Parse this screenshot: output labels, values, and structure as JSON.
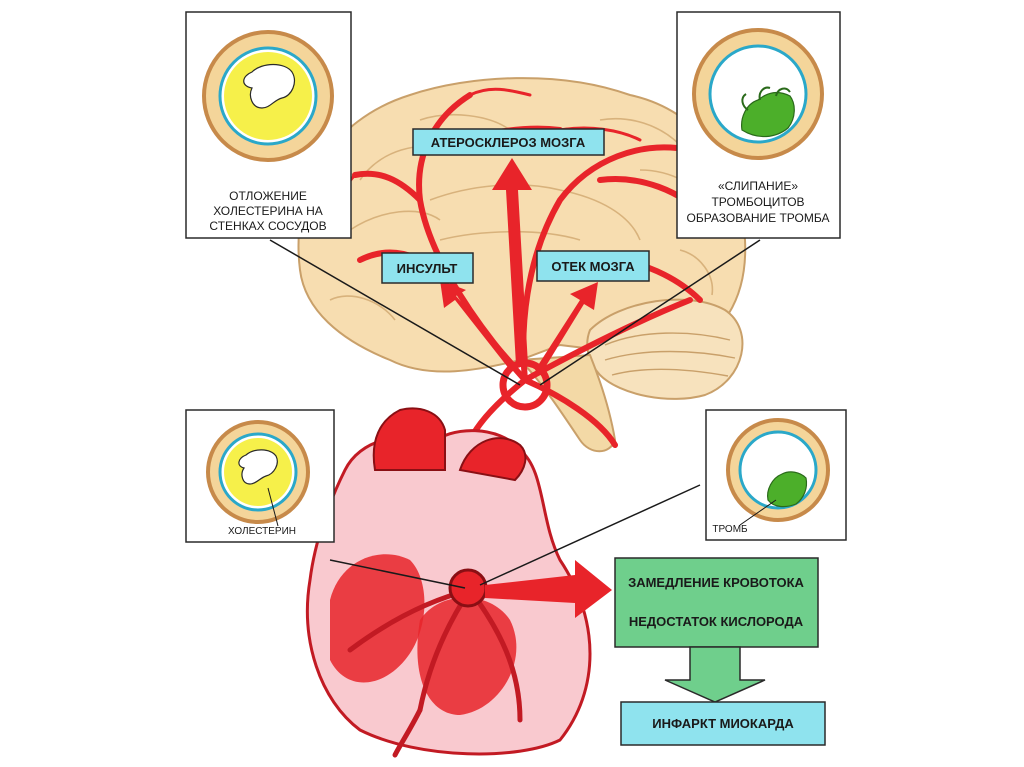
{
  "brain": {
    "atherosclerosis_label": "АТЕРОСКЛЕРОЗ МОЗГА",
    "stroke_label": "ИНСУЛЬТ",
    "edema_label": "ОТЕК МОЗГА"
  },
  "insets": {
    "cholesterol_deposit": {
      "line1": "ОТЛОЖЕНИЕ",
      "line2": "ХОЛЕСТЕРИНА НА",
      "line3": "СТЕНКАХ СОСУДОВ"
    },
    "platelet_adhesion": {
      "line1": "«СЛИПАНИЕ»",
      "line2": "ТРОМБОЦИТОВ",
      "line3": "ОБРАЗОВАНИЕ ТРОМБА"
    },
    "cholesterol": {
      "label": "ХОЛЕСТЕРИН"
    },
    "thrombus": {
      "label": "ТРОМБ"
    }
  },
  "heart": {
    "blood_flow_label": "ЗАМЕДЛЕНИЕ КРОВОТОКА",
    "oxygen_label": "НЕДОСТАТОК КИСЛОРОДА",
    "infarction_label": "ИНФАРКТ МИОКАРДА"
  },
  "colors": {
    "artery_red": "#e8242a",
    "brain_fill": "#f7ddb0",
    "label_box_cyan": "#8fe3ee",
    "result_box_green": "#6fcf8c",
    "cholesterol_yellow": "#f6f04a",
    "thrombus_green": "#4caf2a"
  }
}
